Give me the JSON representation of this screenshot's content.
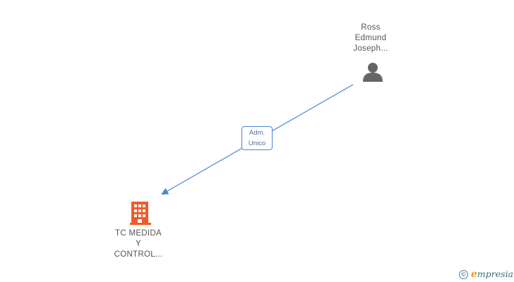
{
  "nodes": {
    "person": {
      "type": "person",
      "icon": "person-icon",
      "label_lines": [
        "Ross",
        "Edmund",
        "Joseph..."
      ]
    },
    "company": {
      "type": "company",
      "icon": "building-icon",
      "label_lines": [
        "TC MEDIDA",
        "Y",
        "CONTROL..."
      ]
    }
  },
  "edges": [
    {
      "from": "person",
      "to": "company",
      "role_lines": [
        "Adm.",
        "Unico"
      ]
    }
  ],
  "watermark": {
    "symbol": "©",
    "brand_initial": "e",
    "brand_rest": "mpresia"
  },
  "colors": {
    "edge": "#4a86d4",
    "person_icon": "#666666",
    "company_icon": "#f05a28",
    "label_text": "#555555"
  }
}
